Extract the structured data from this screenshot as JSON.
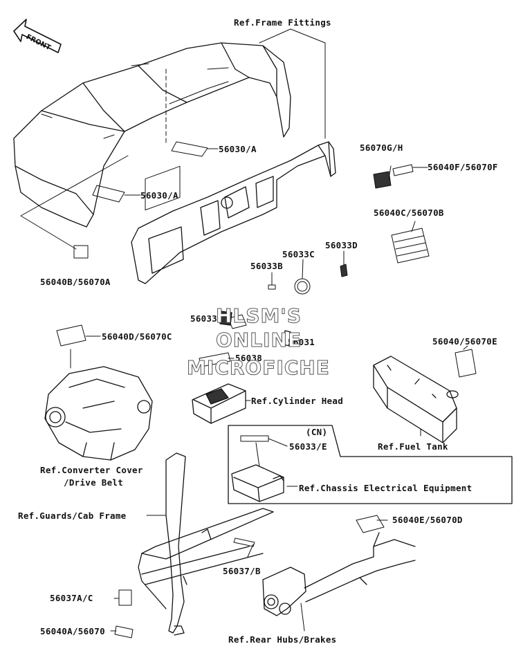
{
  "front_arrow": {
    "label": "FRONT"
  },
  "watermark": {
    "line1": "HLSM'S",
    "line2": "ONLINE",
    "line3": "MICROFICHE"
  },
  "labels": {
    "frame_fittings": "Ref.Frame Fittings",
    "p56030a_top": "56030/A",
    "p56030a_left": "56030/A",
    "p56070gh": "56070G/H",
    "p56040f": "56040F/56070F",
    "p56040c": "56040C/56070B",
    "p56033c": "56033C",
    "p56033d": "56033D",
    "p56033b": "56033B",
    "p56040b": "56040B/56070A",
    "p56033a": "56033A",
    "p56031": "56031",
    "p56040d": "56040D/56070C",
    "p56038": "56038",
    "cylinder_head": "Ref.Cylinder Head",
    "p56040e_top": "56040/56070E",
    "fuel_tank": "Ref.Fuel Tank",
    "cn": "(CN)",
    "p56033e": "56033/E",
    "chassis_elec": "Ref.Chassis Electrical Equipment",
    "converter_1": "Ref.Converter Cover",
    "converter_2": "/Drive Belt",
    "guards": "Ref.Guards/Cab Frame",
    "p56040e_d": "56040E/56070D",
    "p56037b": "56037/B",
    "p56037ac": "56037A/C",
    "p56040a": "56040A/56070",
    "rear_hubs": "Ref.Rear Hubs/Brakes"
  }
}
